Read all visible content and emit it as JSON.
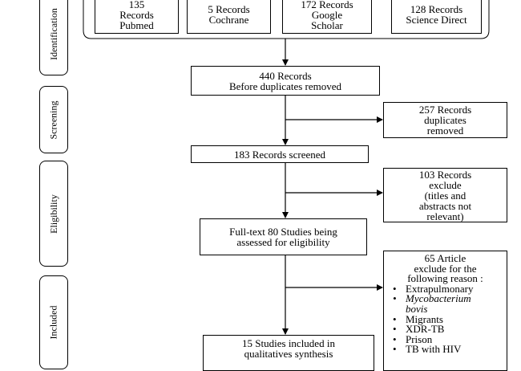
{
  "phases": {
    "identification": "Identification",
    "screening": "Screening",
    "eligibility": "Eligibility",
    "included": "Included"
  },
  "sources": [
    {
      "line1": "135",
      "line2": "Records",
      "line3": "Pubmed"
    },
    {
      "line1": "5 Records",
      "line2": "Cochrane"
    },
    {
      "line1": "172 Records",
      "line2": "Google",
      "line3": "Scholar"
    },
    {
      "line1": "128 Records",
      "line2": "Science Direct"
    }
  ],
  "main": {
    "records_before_dup": {
      "line1": "440 Records",
      "line2": "Before duplicates removed"
    },
    "records_screened": {
      "line1": "183  Records screened"
    },
    "fulltext": {
      "line1": "Full-text 80  Studies being",
      "line2": "assessed for eligibility"
    },
    "included": {
      "line1": "15 Studies included in",
      "line2": "qualitatives synthesis"
    }
  },
  "exclusions": {
    "duplicates": {
      "line1": "257 Records",
      "line2": "duplicates",
      "line3": "removed"
    },
    "screen_excluded": {
      "line1": "103 Records",
      "line2": "exclude",
      "line3": "(titles and",
      "line4": "abstracts not",
      "line5": "relevant)"
    },
    "fulltext_excluded": {
      "line1": "65 Article",
      "line2": "exclude for the",
      "line3": "following reason :",
      "reasons": [
        "Extrapulmonary",
        "Mycobacterium",
        "bovis",
        "Migrants",
        "XDR-TB",
        "Prison",
        "TB with HIV"
      ]
    }
  }
}
